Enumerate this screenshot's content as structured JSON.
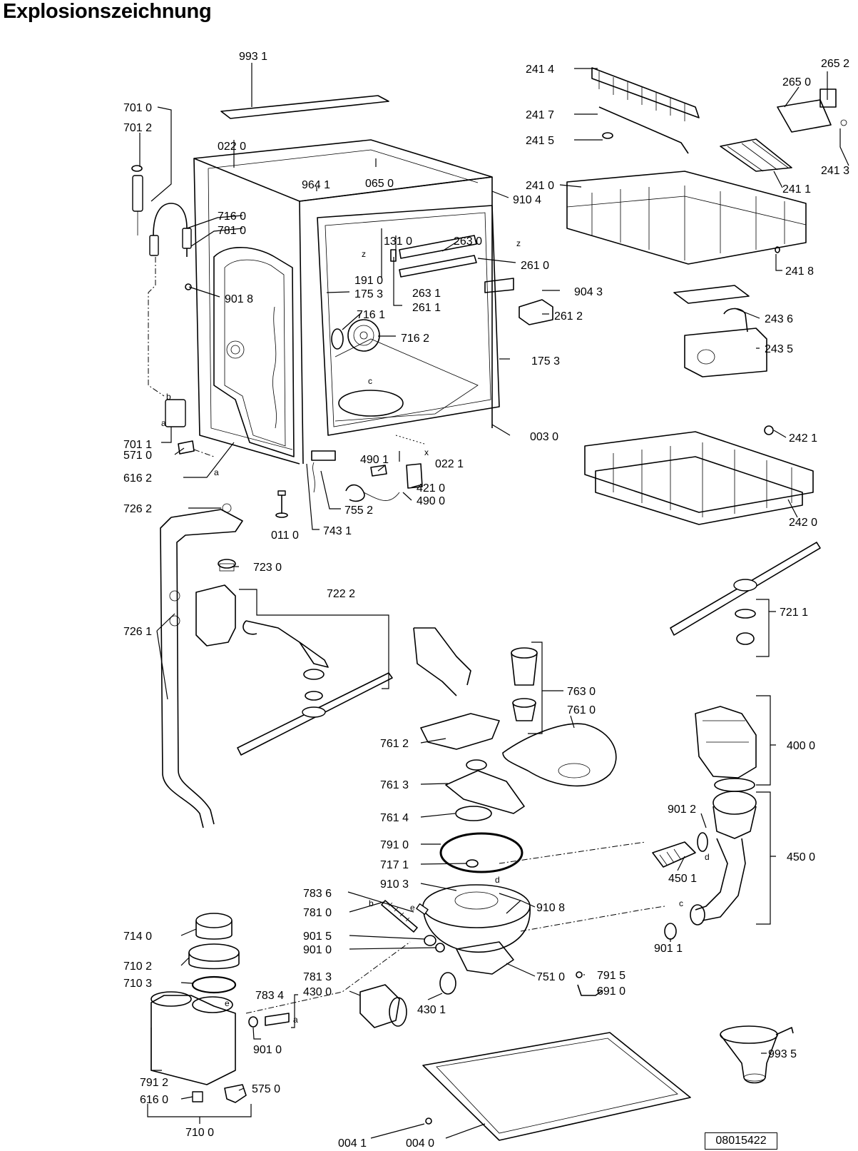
{
  "title": "Explosionszeichnung",
  "document_number": "08015422",
  "labels": [
    {
      "id": "p9931",
      "text": "993 1"
    },
    {
      "id": "p7010",
      "text": "701 0"
    },
    {
      "id": "p7012",
      "text": "701 2"
    },
    {
      "id": "p0220",
      "text": "022 0"
    },
    {
      "id": "p9641",
      "text": "964 1"
    },
    {
      "id": "p0650",
      "text": "065 0"
    },
    {
      "id": "p9104",
      "text": "910 4"
    },
    {
      "id": "p7160",
      "text": "716 0"
    },
    {
      "id": "p7810a",
      "text": "781 0"
    },
    {
      "id": "p1310",
      "text": "131 0"
    },
    {
      "id": "p2630",
      "text": "263 0"
    },
    {
      "id": "p2610",
      "text": "261 0"
    },
    {
      "id": "p9018",
      "text": "901 8"
    },
    {
      "id": "p1910",
      "text": "191 0"
    },
    {
      "id": "p1753a",
      "text": "175 3"
    },
    {
      "id": "p2631",
      "text": "263 1"
    },
    {
      "id": "p2611",
      "text": "261 1"
    },
    {
      "id": "p9043",
      "text": "904 3"
    },
    {
      "id": "p2612",
      "text": "261 2"
    },
    {
      "id": "p7161",
      "text": "716 1"
    },
    {
      "id": "p7162",
      "text": "716 2"
    },
    {
      "id": "p1753b",
      "text": "175 3"
    },
    {
      "id": "p7011",
      "text": "701 1"
    },
    {
      "id": "p0030",
      "text": "003 0"
    },
    {
      "id": "p5710",
      "text": "571 0"
    },
    {
      "id": "p4901",
      "text": "490 1"
    },
    {
      "id": "p0221",
      "text": "022 1"
    },
    {
      "id": "p6162",
      "text": "616 2"
    },
    {
      "id": "p4210",
      "text": "421 0"
    },
    {
      "id": "p4900",
      "text": "490 0"
    },
    {
      "id": "p7262",
      "text": "726 2"
    },
    {
      "id": "p7552",
      "text": "755 2"
    },
    {
      "id": "p0110",
      "text": "011 0"
    },
    {
      "id": "p7431",
      "text": "743 1"
    },
    {
      "id": "p7230",
      "text": "723 0"
    },
    {
      "id": "p7222",
      "text": "722 2"
    },
    {
      "id": "p7261",
      "text": "726 1"
    },
    {
      "id": "p2414",
      "text": "241 4"
    },
    {
      "id": "p2652",
      "text": "265 2"
    },
    {
      "id": "p2650",
      "text": "265 0"
    },
    {
      "id": "p2417",
      "text": "241 7"
    },
    {
      "id": "p2415",
      "text": "241 5"
    },
    {
      "id": "p2413",
      "text": "241 3"
    },
    {
      "id": "p2410",
      "text": "241 0"
    },
    {
      "id": "p2411",
      "text": "241 1"
    },
    {
      "id": "p2418",
      "text": "241 8"
    },
    {
      "id": "p2436",
      "text": "243 6"
    },
    {
      "id": "p2435",
      "text": "243 5"
    },
    {
      "id": "p2421",
      "text": "242 1"
    },
    {
      "id": "p2420",
      "text": "242 0"
    },
    {
      "id": "p7211",
      "text": "721 1"
    },
    {
      "id": "p7630",
      "text": "763 0"
    },
    {
      "id": "p7610",
      "text": "761 0"
    },
    {
      "id": "p7612",
      "text": "761 2"
    },
    {
      "id": "p7613",
      "text": "761 3"
    },
    {
      "id": "p7614",
      "text": "761 4"
    },
    {
      "id": "p4000",
      "text": "400 0"
    },
    {
      "id": "p7910",
      "text": "791 0"
    },
    {
      "id": "p9012",
      "text": "901 2"
    },
    {
      "id": "p4500",
      "text": "450 0"
    },
    {
      "id": "p7171",
      "text": "717 1"
    },
    {
      "id": "p4501",
      "text": "450 1"
    },
    {
      "id": "p9103",
      "text": "910 3"
    },
    {
      "id": "p7836",
      "text": "783 6"
    },
    {
      "id": "p9108",
      "text": "910 8"
    },
    {
      "id": "p7810b",
      "text": "781 0"
    },
    {
      "id": "p9015",
      "text": "901 5"
    },
    {
      "id": "p9011",
      "text": "901 1"
    },
    {
      "id": "p9010a",
      "text": "901 0"
    },
    {
      "id": "p7140",
      "text": "714 0"
    },
    {
      "id": "p7102",
      "text": "710 2"
    },
    {
      "id": "p7813",
      "text": "781 3"
    },
    {
      "id": "p7510",
      "text": "751 0"
    },
    {
      "id": "p7915",
      "text": "791 5"
    },
    {
      "id": "p7103",
      "text": "710 3"
    },
    {
      "id": "p4300",
      "text": "430 0"
    },
    {
      "id": "p6910",
      "text": "691 0"
    },
    {
      "id": "p7834",
      "text": "783 4"
    },
    {
      "id": "p4301",
      "text": "430 1"
    },
    {
      "id": "p9010b",
      "text": "901 0"
    },
    {
      "id": "p9935",
      "text": "993 5"
    },
    {
      "id": "p7912",
      "text": "791 2"
    },
    {
      "id": "p5750",
      "text": "575 0"
    },
    {
      "id": "p6160",
      "text": "616 0"
    },
    {
      "id": "p7100",
      "text": "710 0"
    },
    {
      "id": "p0041",
      "text": "004 1"
    },
    {
      "id": "p0040",
      "text": "004 0"
    }
  ],
  "markers": [
    {
      "id": "m_b1",
      "text": "b"
    },
    {
      "id": "m_a1",
      "text": "a"
    },
    {
      "id": "m_a2",
      "text": "a"
    },
    {
      "id": "m_z1",
      "text": "z"
    },
    {
      "id": "m_z2",
      "text": "z"
    },
    {
      "id": "m_c",
      "text": "c"
    },
    {
      "id": "m_x",
      "text": "x"
    },
    {
      "id": "m_b2",
      "text": "b"
    },
    {
      "id": "m_e1",
      "text": "e"
    },
    {
      "id": "m_d1",
      "text": "d"
    },
    {
      "id": "m_d2",
      "text": "d"
    },
    {
      "id": "m_e2",
      "text": "e"
    },
    {
      "id": "m_a3",
      "text": "a"
    },
    {
      "id": "m_c2",
      "text": "c"
    }
  ]
}
